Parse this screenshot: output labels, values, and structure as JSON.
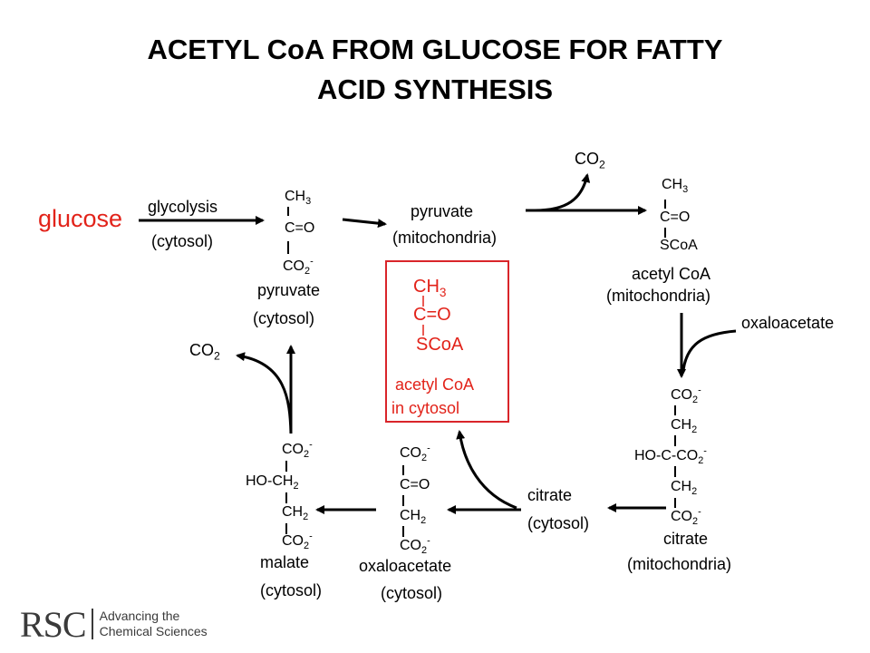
{
  "title": {
    "line1": "ACETYL CoA FROM GLUCOSE FOR FATTY",
    "line2": "ACID SYNTHESIS"
  },
  "glucose": {
    "label": "glucose",
    "color": "#e2231a"
  },
  "glycolysis": {
    "label": "glycolysis",
    "location": "(cytosol)"
  },
  "pyruvate_cytosol": {
    "ch3": "CH",
    "ch3_sub": "3",
    "co": "C=O",
    "co2": "CO",
    "co2_sub": "2",
    "co2_sup": "-",
    "name": "pyruvate",
    "location": "(cytosol)"
  },
  "pyruvate_mito": {
    "name": "pyruvate",
    "location": "(mitochondria)"
  },
  "co2_top": {
    "text": "CO",
    "sub": "2"
  },
  "acetyl_mito": {
    "ch3": "CH",
    "ch3_sub": "3",
    "co": "C=O",
    "scoa": "SCoA",
    "name": "acetyl CoA",
    "location": "(mitochondria)"
  },
  "oxaloacetate_in": {
    "label": "oxaloacetate"
  },
  "citrate_mito": {
    "r1": "CO",
    "r1_sub": "2",
    "r1_sup": "-",
    "r2": "CH",
    "r2_sub": "2",
    "r3a": "HO-C-CO",
    "r3_sub": "2",
    "r3_sup": "-",
    "r4": "CH",
    "r4_sub": "2",
    "r5": "CO",
    "r5_sub": "2",
    "r5_sup": "-",
    "name": "citrate",
    "location": "(mitochondria)"
  },
  "citrate_cytosol": {
    "name": "citrate",
    "location": "(cytosol)"
  },
  "acetyl_cytosol": {
    "ch3": "CH",
    "ch3_sub": "3",
    "co": "C=O",
    "scoa": "SCoA",
    "name": "acetyl CoA",
    "location": "in cytosol",
    "color": "#e2231a"
  },
  "oxaloacetate_cytosol": {
    "r1": "CO",
    "r1_sub": "2",
    "r1_sup": "-",
    "r2": "C=O",
    "r3": "CH",
    "r3_sub": "2",
    "r4": "CO",
    "r4_sub": "2",
    "r4_sup": "-",
    "name": "oxaloacetate",
    "location": "(cytosol)"
  },
  "malate": {
    "r1": "CO",
    "r1_sub": "2",
    "r1_sup": "-",
    "r2": "HO-CH",
    "r2_sub": "2",
    "r3": "CH",
    "r3_sub": "2",
    "r4": "CO",
    "r4_sub": "2",
    "r4_sup": "-",
    "name": "malate",
    "location": "(cytosol)"
  },
  "co2_left": {
    "text": "CO",
    "sub": "2"
  },
  "logo": {
    "mark": "RSC",
    "line1": "Advancing the",
    "line2": "Chemical Sciences"
  }
}
